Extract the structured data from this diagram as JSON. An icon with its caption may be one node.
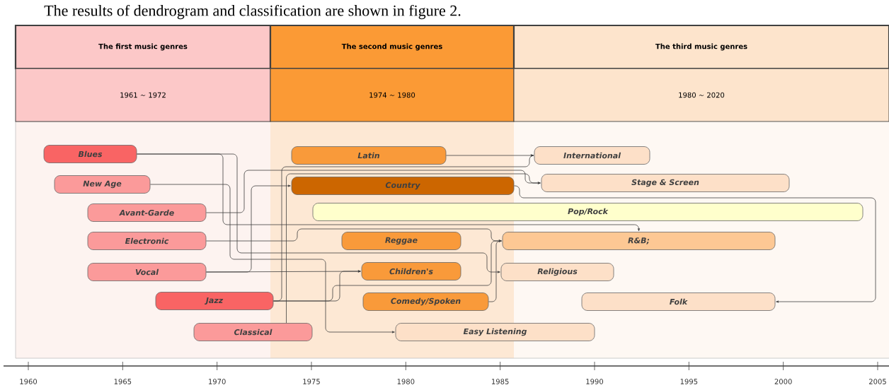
{
  "diagram": {
    "title": "The results of dendrogram and classification are shown in figure 2.",
    "nodes": [
      {
        "text": [
          "The first music genres"
        ]
      },
      {
        "text": [
          "The second music genres"
        ]
      },
      {
        "text": [
          "The third music genres"
        ]
      },
      {
        "text": [
          "1961 ~ 1972"
        ]
      },
      {
        "text": [
          "1974 ~ 1980"
        ]
      },
      {
        "text": [
          "1980 ~ 2020"
        ]
      },
      {
        "text": [
          "Blues"
        ]
      },
      {
        "text": [
          "Latin"
        ]
      },
      {
        "text": [
          "International"
        ]
      },
      {
        "text": [
          "Stage & Screen"
        ]
      },
      {
        "text": [
          "New Age"
        ]
      },
      {
        "text": [
          "Country"
        ]
      },
      {
        "text": [
          "Avant-Garde"
        ]
      },
      {
        "text": [
          "Pop/Rock"
        ]
      },
      {
        "text": [
          "Electronic"
        ]
      },
      {
        "text": [
          "Reggae"
        ]
      },
      {
        "text": [
          "R&B;"
        ]
      },
      {
        "text": [
          "Vocal"
        ]
      },
      {
        "text": [
          "Children's"
        ]
      },
      {
        "text": [
          "Religious"
        ]
      },
      {
        "text": [
          "Jazz"
        ]
      },
      {
        "text": [
          "Comedy/Spoken"
        ]
      },
      {
        "text": [
          "Folk"
        ]
      },
      {
        "text": [
          "Classical"
        ]
      },
      {
        "text": [
          "Easy Listening"
        ]
      }
    ],
    "edges": [
      {
        "from": 6,
        "to": 16,
        "arrow": "to"
      },
      {
        "from": 6,
        "to": 19,
        "arrow": "to"
      },
      {
        "from": 10,
        "to": 24,
        "arrow": "to"
      },
      {
        "from": 12,
        "to": 9,
        "arrow": "to"
      },
      {
        "from": 14,
        "to": 16,
        "arrow": "to"
      },
      {
        "from": 17,
        "to": 11,
        "arrow": "to"
      },
      {
        "from": 17,
        "to": 18,
        "arrow": "to"
      },
      {
        "from": 20,
        "to": 18,
        "arrow": "to"
      },
      {
        "from": 20,
        "to": 16,
        "arrow": "to"
      },
      {
        "from": 20,
        "to": 8,
        "arrow": "to"
      },
      {
        "from": 23,
        "to": 9,
        "arrow": "to"
      },
      {
        "from": 7,
        "to": 8,
        "arrow": "to"
      },
      {
        "from": 11,
        "to": 22,
        "arrow": "to"
      },
      {
        "from": 21,
        "to": 16,
        "arrow": "to"
      }
    ],
    "labels": [
      "1960",
      "1965",
      "1970",
      "1975",
      "1980",
      "1985",
      "1990",
      "1995",
      "2000",
      "2005"
    ]
  }
}
